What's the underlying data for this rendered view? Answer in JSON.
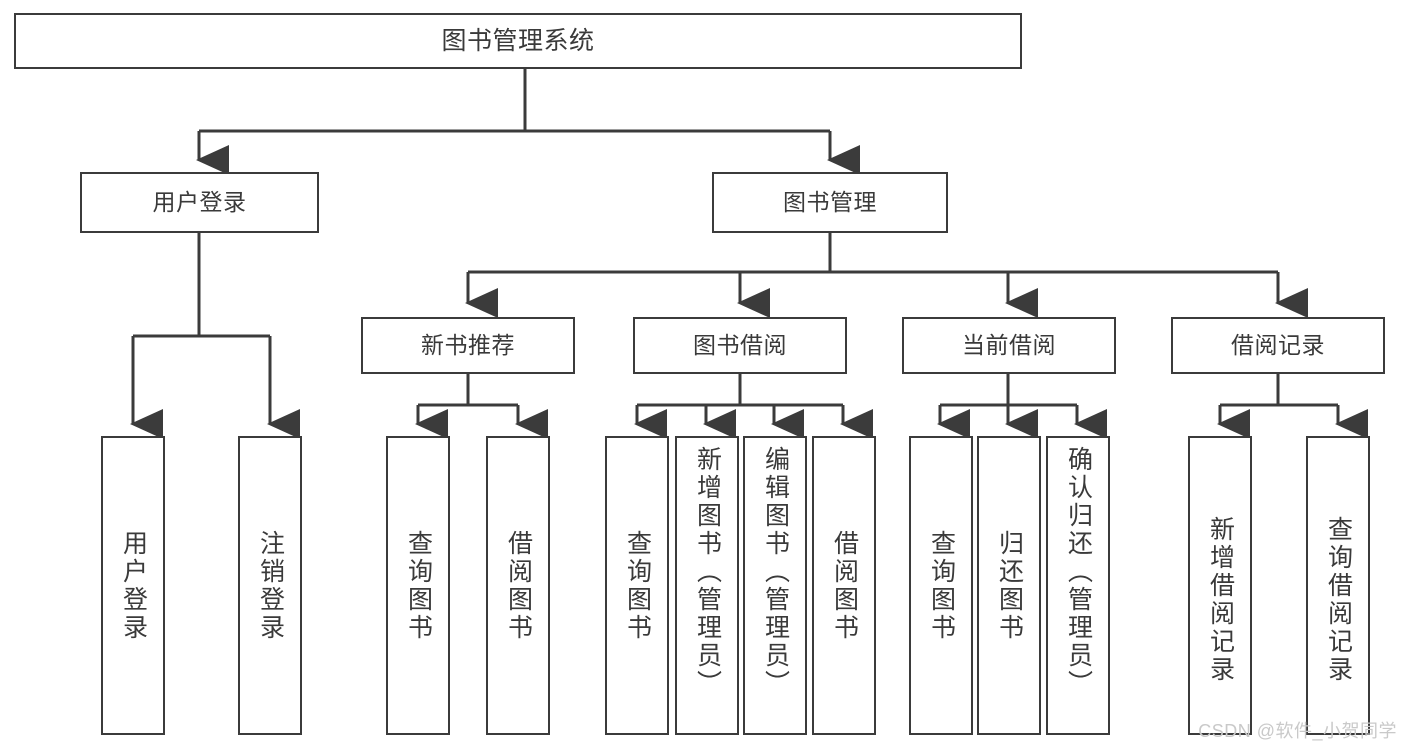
{
  "diagram": {
    "title": "图书管理系统",
    "type": "tree",
    "watermark": "CSDN @软件_小贺同学",
    "colors": {
      "background": "#ffffff",
      "box_border": "#3b3b3b",
      "box_fill": "#ffffff",
      "text": "#3a3a3a",
      "connector": "#3b3b3b",
      "watermark": "#c9c9c9"
    },
    "root": {
      "label": "图书管理系统",
      "children": [
        {
          "label": "用户登录",
          "children": [
            {
              "label": "用户登录"
            },
            {
              "label": "注销登录"
            }
          ]
        },
        {
          "label": "图书管理",
          "children": [
            {
              "label": "新书推荐",
              "children": [
                {
                  "label": "查询图书"
                },
                {
                  "label": "借阅图书"
                }
              ]
            },
            {
              "label": "图书借阅",
              "children": [
                {
                  "label": "查询图书"
                },
                {
                  "label": "新增图书（管理员）"
                },
                {
                  "label": "编辑图书（管理员）"
                },
                {
                  "label": "借阅图书"
                }
              ]
            },
            {
              "label": "当前借阅",
              "children": [
                {
                  "label": "查询图书"
                },
                {
                  "label": "归还图书"
                },
                {
                  "label": "确认归还（管理员）"
                }
              ]
            },
            {
              "label": "借阅记录",
              "children": [
                {
                  "label": "新增借阅记录"
                },
                {
                  "label": "查询借阅记录"
                }
              ]
            }
          ]
        }
      ]
    },
    "nodes": {
      "root": "图书管理系统",
      "l2_user_login": "用户登录",
      "l2_book_mgmt": "图书管理",
      "l3_new_book_rec": "新书推荐",
      "l3_book_borrow": "图书借阅",
      "l3_current_borrow": "当前借阅",
      "l3_borrow_record": "借阅记录",
      "leaf_user_login": "用户登录",
      "leaf_logout": "注销登录",
      "leaf_nbr_query": "查询图书",
      "leaf_nbr_borrow": "借阅图书",
      "leaf_bb_query": "查询图书",
      "leaf_bb_add": "新增图书（管理员）",
      "leaf_bb_edit": "编辑图书（管理员）",
      "leaf_bb_borrow": "借阅图书",
      "leaf_cb_query": "查询图书",
      "leaf_cb_return": "归还图书",
      "leaf_cb_confirm": "确认归还（管理员）",
      "leaf_br_add": "新增借阅记录",
      "leaf_br_query": "查询借阅记录"
    }
  }
}
